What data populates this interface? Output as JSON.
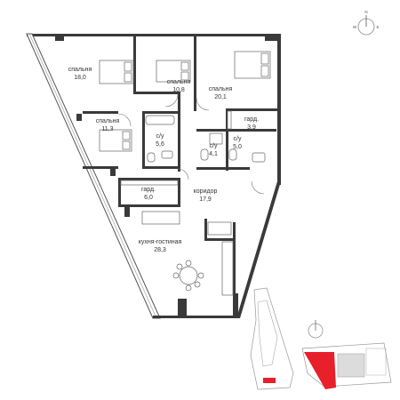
{
  "rooms": [
    {
      "id": "bedroom-1",
      "name": "спальня",
      "area": "18,0"
    },
    {
      "id": "bedroom-2",
      "name": "спальня",
      "area": "10,8"
    },
    {
      "id": "bedroom-3",
      "name": "спальня",
      "area": "20,1"
    },
    {
      "id": "bedroom-4",
      "name": "спальня",
      "area": "11,3"
    },
    {
      "id": "bathroom-1",
      "name": "с/у",
      "area": "5,6"
    },
    {
      "id": "bathroom-2",
      "name": "с/у",
      "area": "4,1"
    },
    {
      "id": "bathroom-3",
      "name": "с/у",
      "area": "5,0"
    },
    {
      "id": "wardrobe-1",
      "name": "гард.",
      "area": "3,9"
    },
    {
      "id": "wardrobe-2",
      "name": "гард.",
      "area": "6,0"
    },
    {
      "id": "corridor",
      "name": "коридор",
      "area": "17,9"
    },
    {
      "id": "kitchen-living",
      "name": "кухня-гостиная",
      "area": "28,3"
    }
  ],
  "compass": {
    "n": "N",
    "e": "E",
    "w": "W"
  },
  "colors": {
    "wall": "#3a3a3a",
    "line": "#555555",
    "highlight": "#e8202a",
    "building": "#cfcfcf"
  }
}
